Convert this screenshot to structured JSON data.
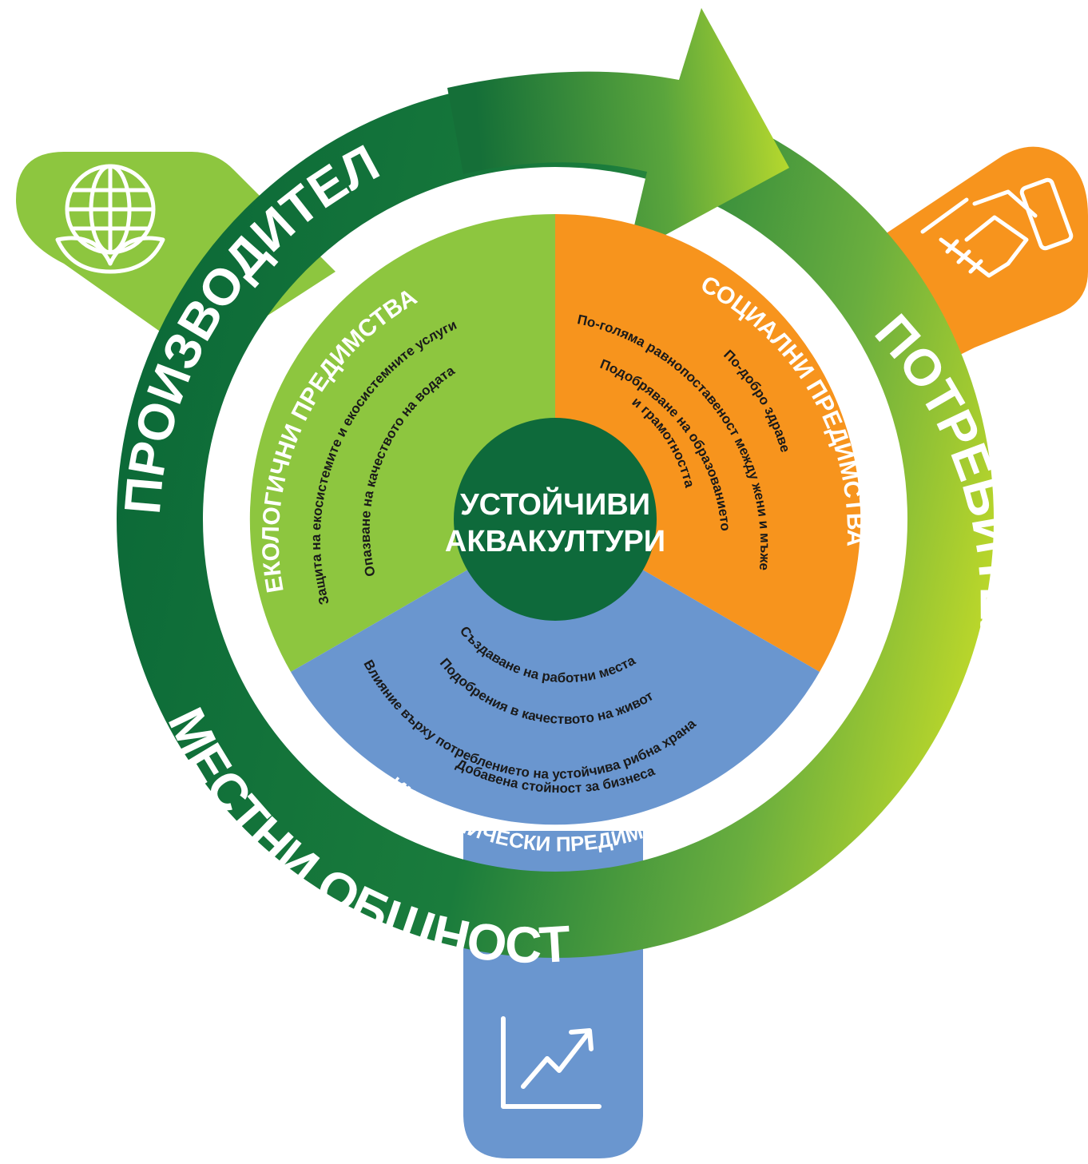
{
  "center": {
    "line1": "УСТОЙЧИВИ",
    "line2": "АКВАКУЛТУРИ"
  },
  "ring": {
    "producers": "ПРОИЗВОДИТЕЛИ",
    "consumers": "ПОТРЕБИТЕЛИ",
    "communities": "МЕСТНИ ОБЩНОСТИ"
  },
  "sectors": {
    "ecological": {
      "title": "ЕКОЛОГИЧНИ ПРЕДИМСТВА",
      "items": [
        "Защита на екосистемите и екосистемните услуги",
        "Опазване на качеството на водата"
      ]
    },
    "social": {
      "title": "СОЦИАЛНИ ПРЕДИМСТВА",
      "items": [
        "По-добро здраве",
        "По-голяма равнопоставеност между жени и мъже",
        "Подобряване на образованието",
        "и грамотността"
      ]
    },
    "economic": {
      "title": "ИКОНОМИЧЕСКИ ПРЕДИМСТВА",
      "items": [
        "Създаване на работни места",
        "Подобрения в качеството на живот",
        "Влияние върху потреблението на устойчива рибна храна",
        "Добавена стойност за бизнеса"
      ]
    }
  },
  "icons": {
    "ecological": "globe-leaves-icon",
    "social": "handshake-icon",
    "economic": "growth-chart-icon"
  },
  "colors": {
    "ecological": "#8dc63f",
    "social": "#f7941d",
    "economic": "#6a96cf",
    "center": "#0e6a3b",
    "ring_dark": "#0c6a38",
    "ring_light": "#cde026"
  }
}
